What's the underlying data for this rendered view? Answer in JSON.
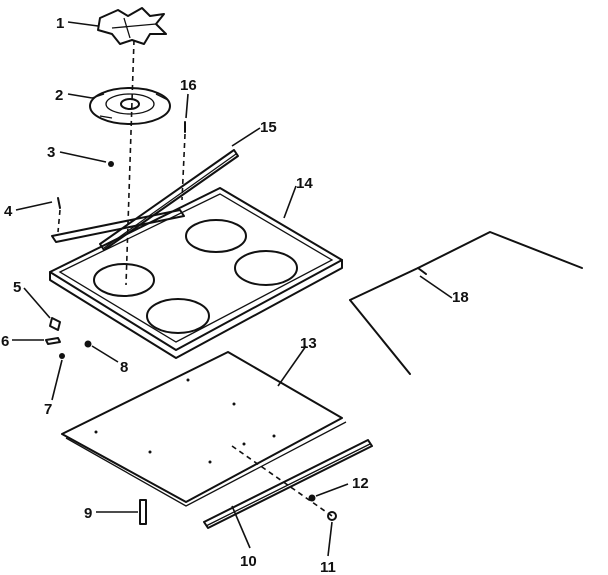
{
  "callouts": {
    "c1": "1",
    "c2": "2",
    "c3": "3",
    "c4": "4",
    "c5": "5",
    "c6": "6",
    "c7": "7",
    "c8": "8",
    "c9": "9",
    "c10": "10",
    "c11": "11",
    "c12": "12",
    "c13": "13",
    "c14": "14",
    "c15": "15",
    "c16": "16",
    "c18": "18"
  }
}
